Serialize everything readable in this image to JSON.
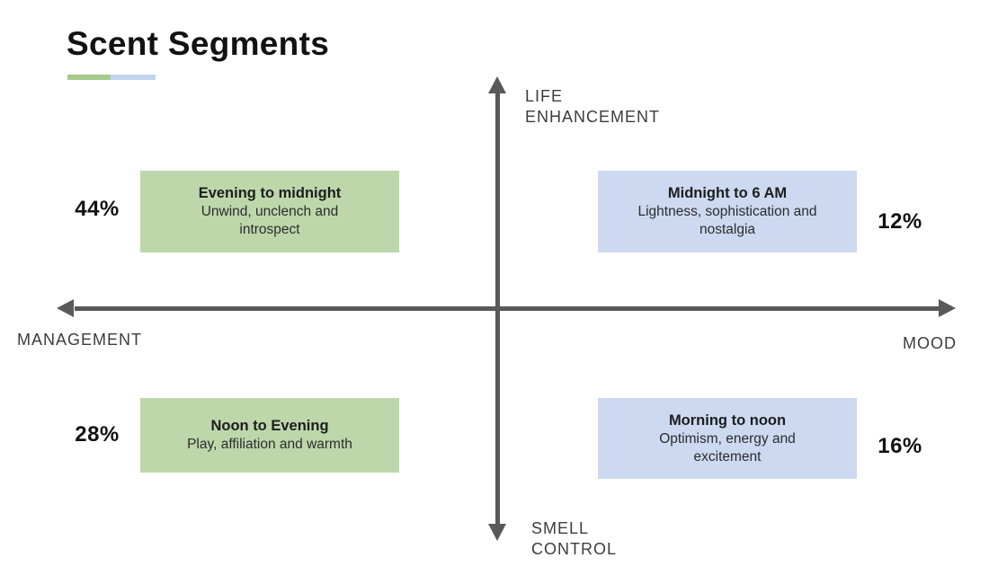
{
  "title": "Scent Segments",
  "colors": {
    "box_green": "#bdd7ab",
    "box_blue": "#ccd9f1",
    "underline_green": "#a6cb8c",
    "underline_blue": "#c3d4ee",
    "axis_gray": "#595959"
  },
  "axes": {
    "y_positive": "LIFE\nENHANCEMENT",
    "y_negative": "SMELL\nCONTROL",
    "x_negative": "MANAGEMENT",
    "x_positive": "MOOD"
  },
  "quadrants": [
    {
      "position": "top-left",
      "title": "Evening to midnight",
      "description": "Unwind, unclench and\nintrospect",
      "percent": "44%",
      "color": "#bdd7ab"
    },
    {
      "position": "top-right",
      "title": "Midnight to 6 AM",
      "description": "Lightness, sophistication and\nnostalgia",
      "percent": "12%",
      "color": "#ccd9f1"
    },
    {
      "position": "bottom-left",
      "title": "Noon to Evening",
      "description": "Play, affiliation and warmth",
      "percent": "28%",
      "color": "#bdd7ab"
    },
    {
      "position": "bottom-right",
      "title": "Morning to noon",
      "description": "Optimism, energy and\nexcitement",
      "percent": "16%",
      "color": "#ccd9f1"
    }
  ]
}
